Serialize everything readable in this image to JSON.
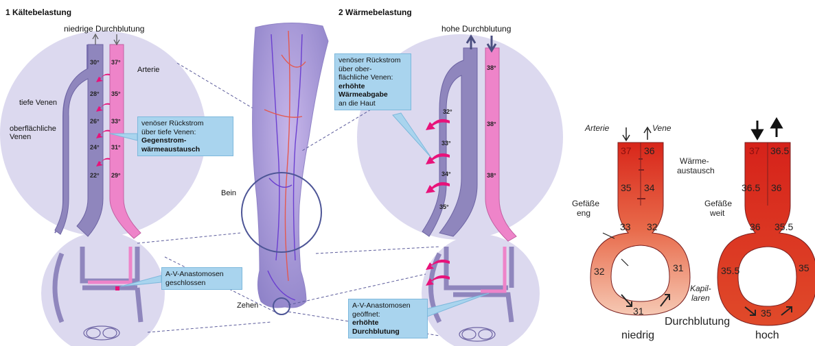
{
  "panel1": {
    "title": "1  Kältebelastung",
    "top_label": "niedrige Durchblutung",
    "arterie": "Arterie",
    "tiefe_venen": "tiefe Venen",
    "oberflaechliche_1": "oberflächliche",
    "oberflaechliche_2": "Venen",
    "vein_temps": [
      "30°",
      "28°",
      "26°",
      "24°",
      "22°"
    ],
    "artery_temps": [
      "37°",
      "35°",
      "33°",
      "31°",
      "29°"
    ],
    "box_line1": "venöser Rückstrom",
    "box_line2": "über tiefe Venen:",
    "box_line3": "Gegenstrom-",
    "box_line4": "wärmeaustausch",
    "av_line1": "A-V-Anastomosen",
    "av_line2": "geschlossen"
  },
  "leg": {
    "bein": "Bein",
    "zehen": "Zehen"
  },
  "panel2": {
    "title": "2  Wärmebelastung",
    "top_label": "hohe Durchblutung",
    "vein_temps": [
      "32°",
      "33°",
      "34°",
      "35°"
    ],
    "artery_temps": [
      "38°",
      "38°",
      "38°"
    ],
    "box_line1": "venöser Rückstrom",
    "box_line2": "über ober-",
    "box_line3": "flächliche Venen:",
    "box_line4": "erhöhte",
    "box_line5": "Wärmeabgabe",
    "box_line6": "an die Haut",
    "av_line1": "A-V-Anastomosen",
    "av_line2": "geöffnet:",
    "av_line3": "erhöhte",
    "av_line4": "Durchblutung"
  },
  "right": {
    "arterie": "Arterie",
    "vene": "Vene",
    "waerme_1": "Wärme-",
    "waerme_2": "austausch",
    "gefaesse_eng_1": "Gefäße",
    "gefaesse_eng_2": "eng",
    "gefaesse_weit_1": "Gefäße",
    "gefaesse_weit_2": "weit",
    "kapil_1": "Kapil-",
    "kapil_2": "laren",
    "durchblutung": "Durchblutung",
    "niedrig": "niedrig",
    "hoch": "hoch",
    "left_loop": {
      "t37": "37",
      "t36": "36",
      "t35": "35",
      "t34": "34",
      "t33": "33",
      "t32a": "32",
      "t32b": "32",
      "t31a": "31",
      "t31b": "31"
    },
    "right_loop": {
      "t37": "37",
      "t365a": "36.5",
      "t365b": "36.5",
      "t36a": "36",
      "t36b": "36",
      "t355a": "35.5",
      "t355b": "35.5",
      "t35a": "35",
      "t35b": "35"
    }
  },
  "colors": {
    "bg_circle": "#d8d5ee",
    "vein": "#8f86bd",
    "artery": "#ec7fc6",
    "arrow": "#e8127a",
    "box": "#a9d4ee",
    "red_loop": "#d9261a",
    "blue_ring": "#4d5596"
  }
}
